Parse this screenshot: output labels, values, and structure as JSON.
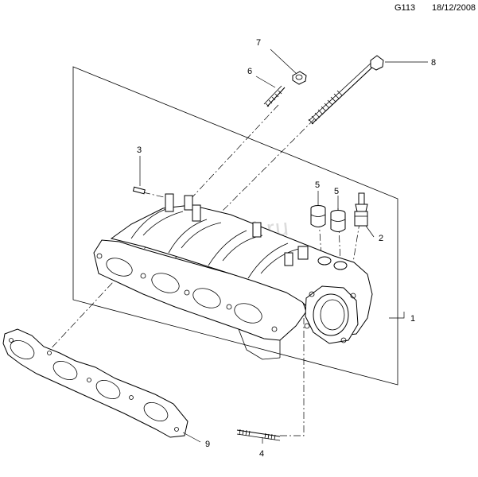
{
  "header": {
    "drawing_code": "G113",
    "date": "18/12/2008"
  },
  "watermark": "gm-klad.ru",
  "callouts": [
    {
      "id": "1",
      "label": "1"
    },
    {
      "id": "2",
      "label": "2"
    },
    {
      "id": "3",
      "label": "3"
    },
    {
      "id": "4",
      "label": "4"
    },
    {
      "id": "5a",
      "label": "5"
    },
    {
      "id": "5b",
      "label": "5"
    },
    {
      "id": "6",
      "label": "6"
    },
    {
      "id": "7",
      "label": "7"
    },
    {
      "id": "8",
      "label": "8"
    },
    {
      "id": "9",
      "label": "9"
    }
  ]
}
